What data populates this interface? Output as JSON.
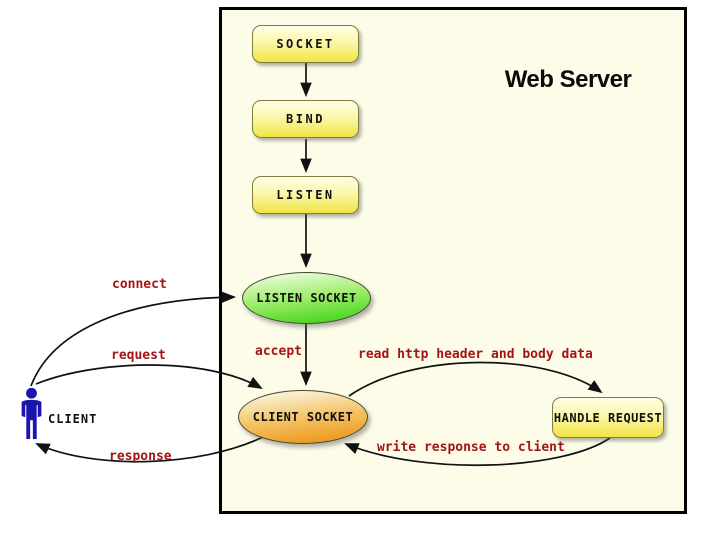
{
  "diagram": {
    "title": "Web Server",
    "nodes": {
      "socket": {
        "label": "SOCKET"
      },
      "bind": {
        "label": "BIND"
      },
      "listen": {
        "label": "LISTEN"
      },
      "listen_socket": {
        "label": "LISTEN SOCKET"
      },
      "client_socket": {
        "label": "CLIENT SOCKET"
      },
      "handle_request": {
        "label": "HANDLE REQUEST"
      },
      "client": {
        "label": "CLIENT"
      }
    },
    "edge_labels": {
      "connect": "connect",
      "request": "request",
      "response": "response",
      "accept": "accept",
      "read": "read http header and body data",
      "write": "write response to client"
    },
    "icons": {
      "client": "person-icon"
    },
    "colors": {
      "server_background": "#FCFCE9",
      "server_border": "#000000",
      "box_gradient_top": "#FFFEE4",
      "box_gradient_bottom": "#F1E544",
      "green_gradient_top": "#ECFCDF",
      "green_gradient_bottom": "#3FD316",
      "orange_gradient_top": "#FCF6E1",
      "orange_gradient_bottom": "#EC9414",
      "edge_label_red": "#A31515",
      "person_blue": "#1A16AD",
      "arrow_black": "#111111"
    }
  }
}
